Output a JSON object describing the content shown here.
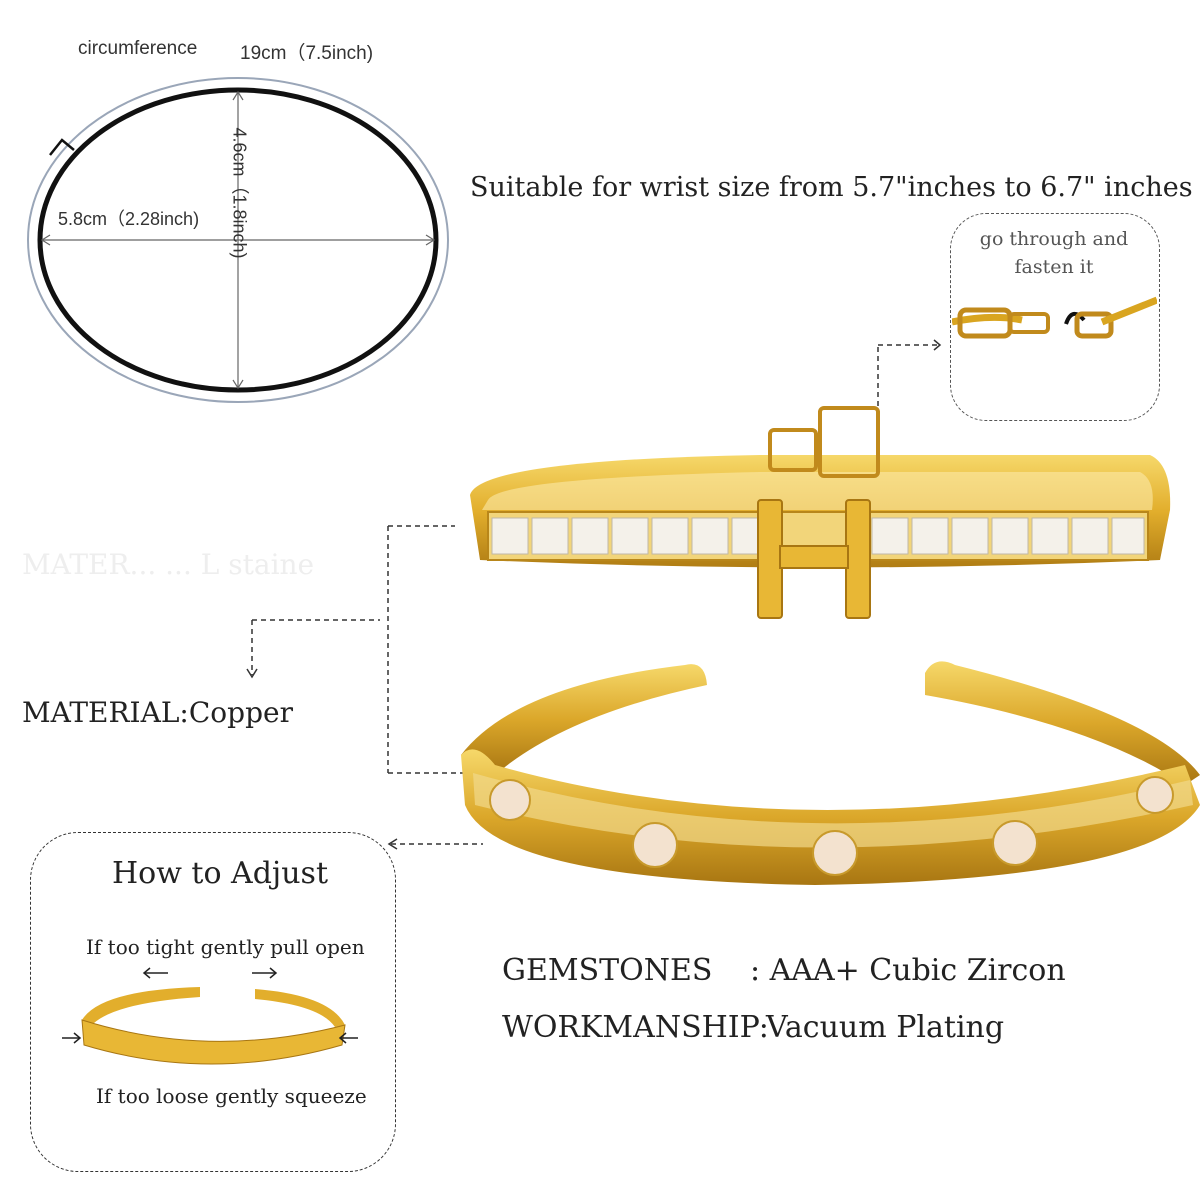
{
  "diagram": {
    "circumference_label": "circumference",
    "circumference_value": "19cm（7.5inch)",
    "width_label": "5.8cm（2.28inch)",
    "height_label": "4.6cm（1.8inch)"
  },
  "wrist_text": "Suitable for wrist size from 5.7\"inches to 6.7\" inches",
  "clasp": {
    "text_line1": "go through and",
    "text_line2": "fasten it"
  },
  "material_text": "MATERIAL:Copper",
  "ghost_text": "MATER... ... L staine",
  "adjust": {
    "title": "How to Adjust",
    "tight_text": "If too tight gently pull open",
    "loose_text": "If too loose gently squeeze"
  },
  "specs": {
    "gemstones_label": "GEMSTONES",
    "gemstones_value": ": AAA+ Cubic Zircon",
    "workmanship_label": "WORKMANSHIP:",
    "workmanship_value": "Vacuum Plating"
  },
  "colors": {
    "gold": "#d9a520",
    "gold_light": "#f3d060",
    "gold_dark": "#a87612",
    "stone": "#f4f1ea",
    "pearl": "#f3e2cf"
  }
}
